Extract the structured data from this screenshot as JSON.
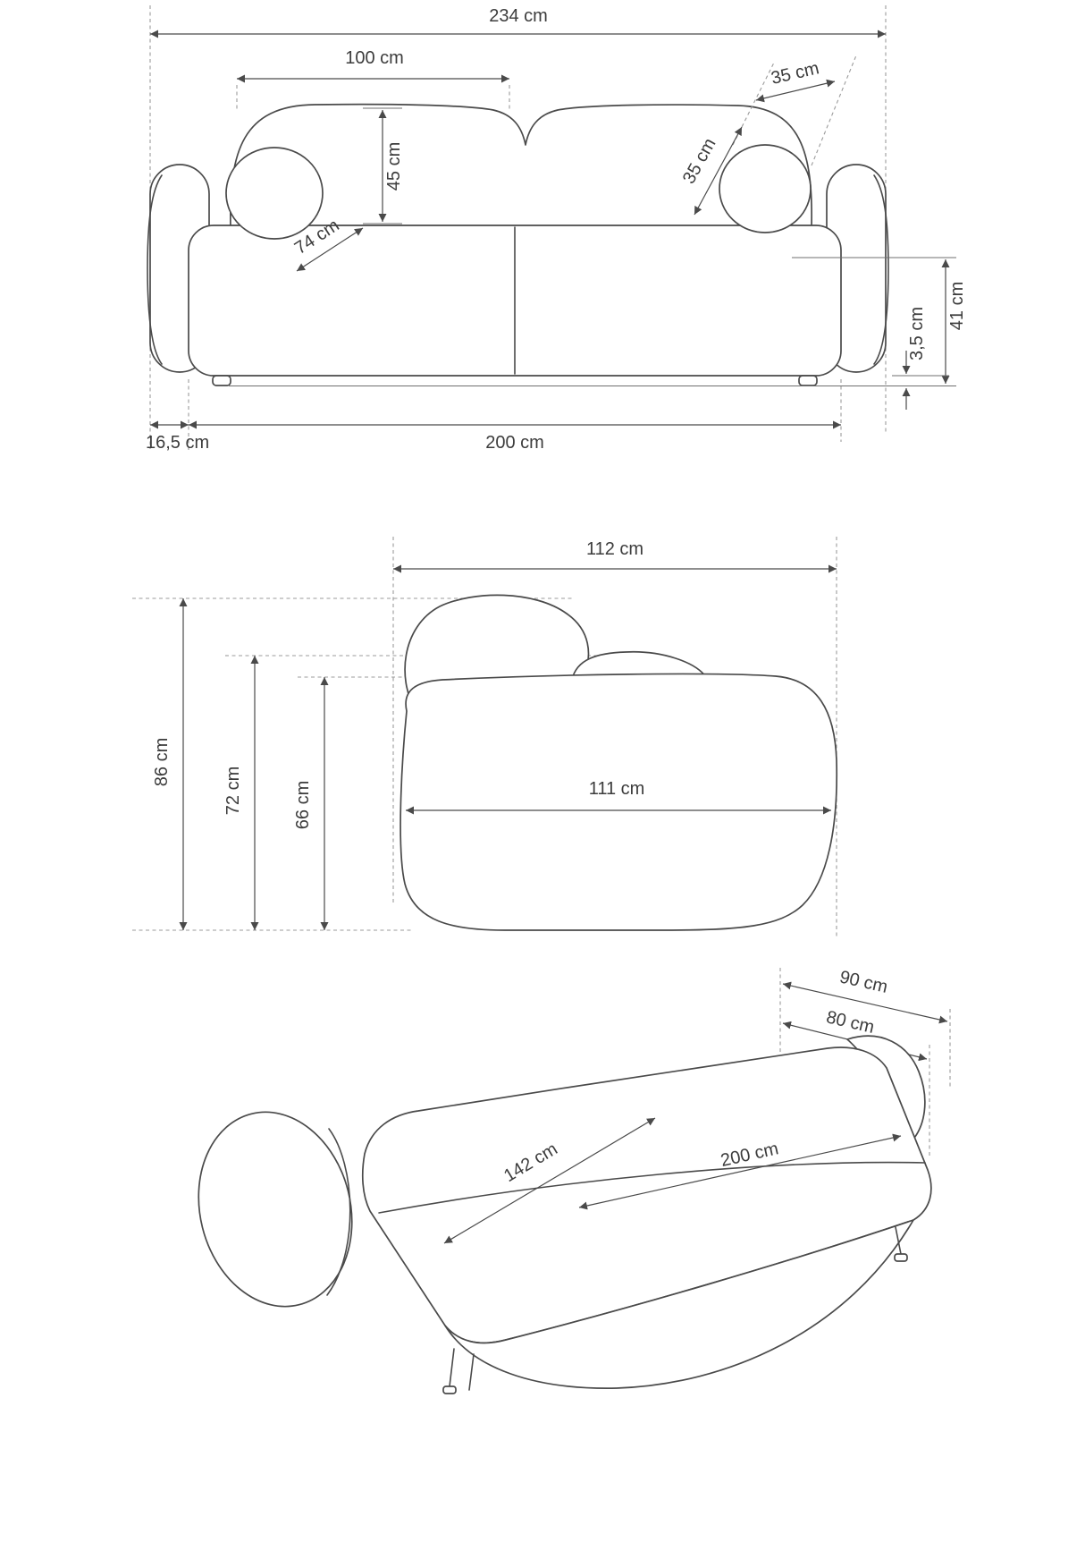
{
  "front_view": {
    "total_width": "234 cm",
    "backrest_width": "100 cm",
    "backrest_height": "45 cm",
    "pillow_diameter_top": "35 cm",
    "pillow_diameter_side": "35 cm",
    "seat_depth": "74 cm",
    "seat_height": "41 cm",
    "leg_height": "3,5 cm",
    "armrest_width": "16,5 cm",
    "seat_width": "200 cm"
  },
  "side_view": {
    "total_depth": "112 cm",
    "total_height": "86 cm",
    "backrest_pillow_height": "72 cm",
    "body_height": "66 cm",
    "body_depth": "111 cm"
  },
  "bed_view": {
    "extension_depth": "90 cm",
    "backrest_depth": "80 cm",
    "sleeping_width": "142 cm",
    "sleeping_length": "200 cm"
  }
}
